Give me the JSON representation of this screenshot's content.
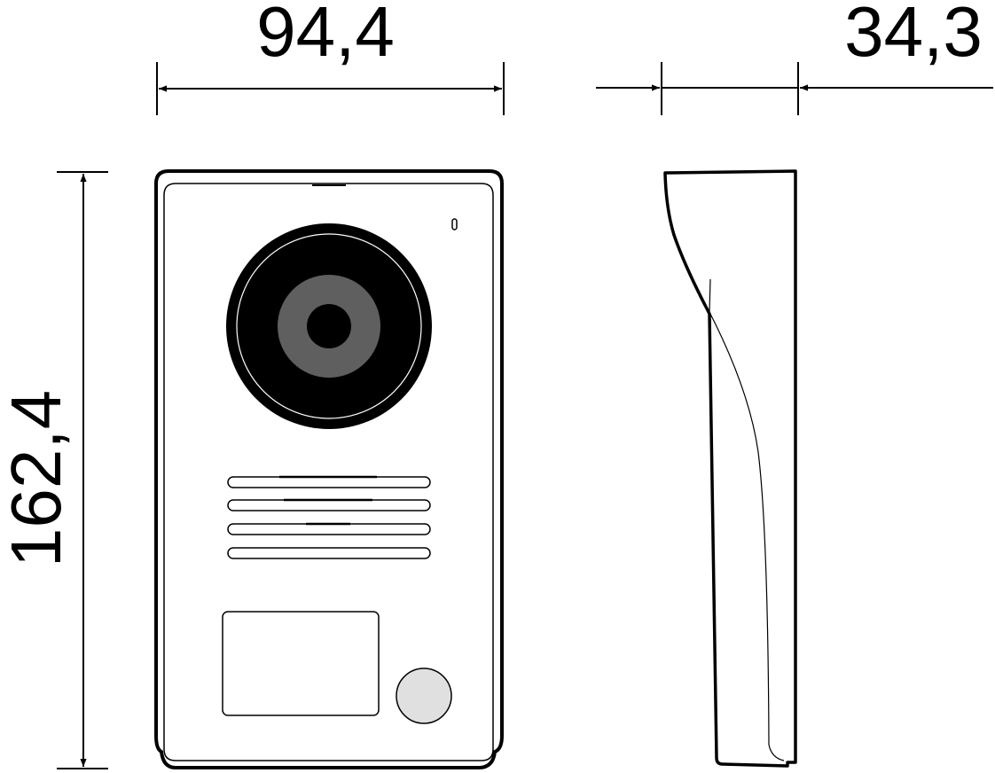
{
  "dimensions": {
    "width": "94,4",
    "depth": "34,3",
    "height": "162,4"
  },
  "colors": {
    "line": "#000000",
    "lens_outer": "#000000",
    "lens_ring": "#5f5f5f",
    "button_fill": "#e0e0e0"
  }
}
